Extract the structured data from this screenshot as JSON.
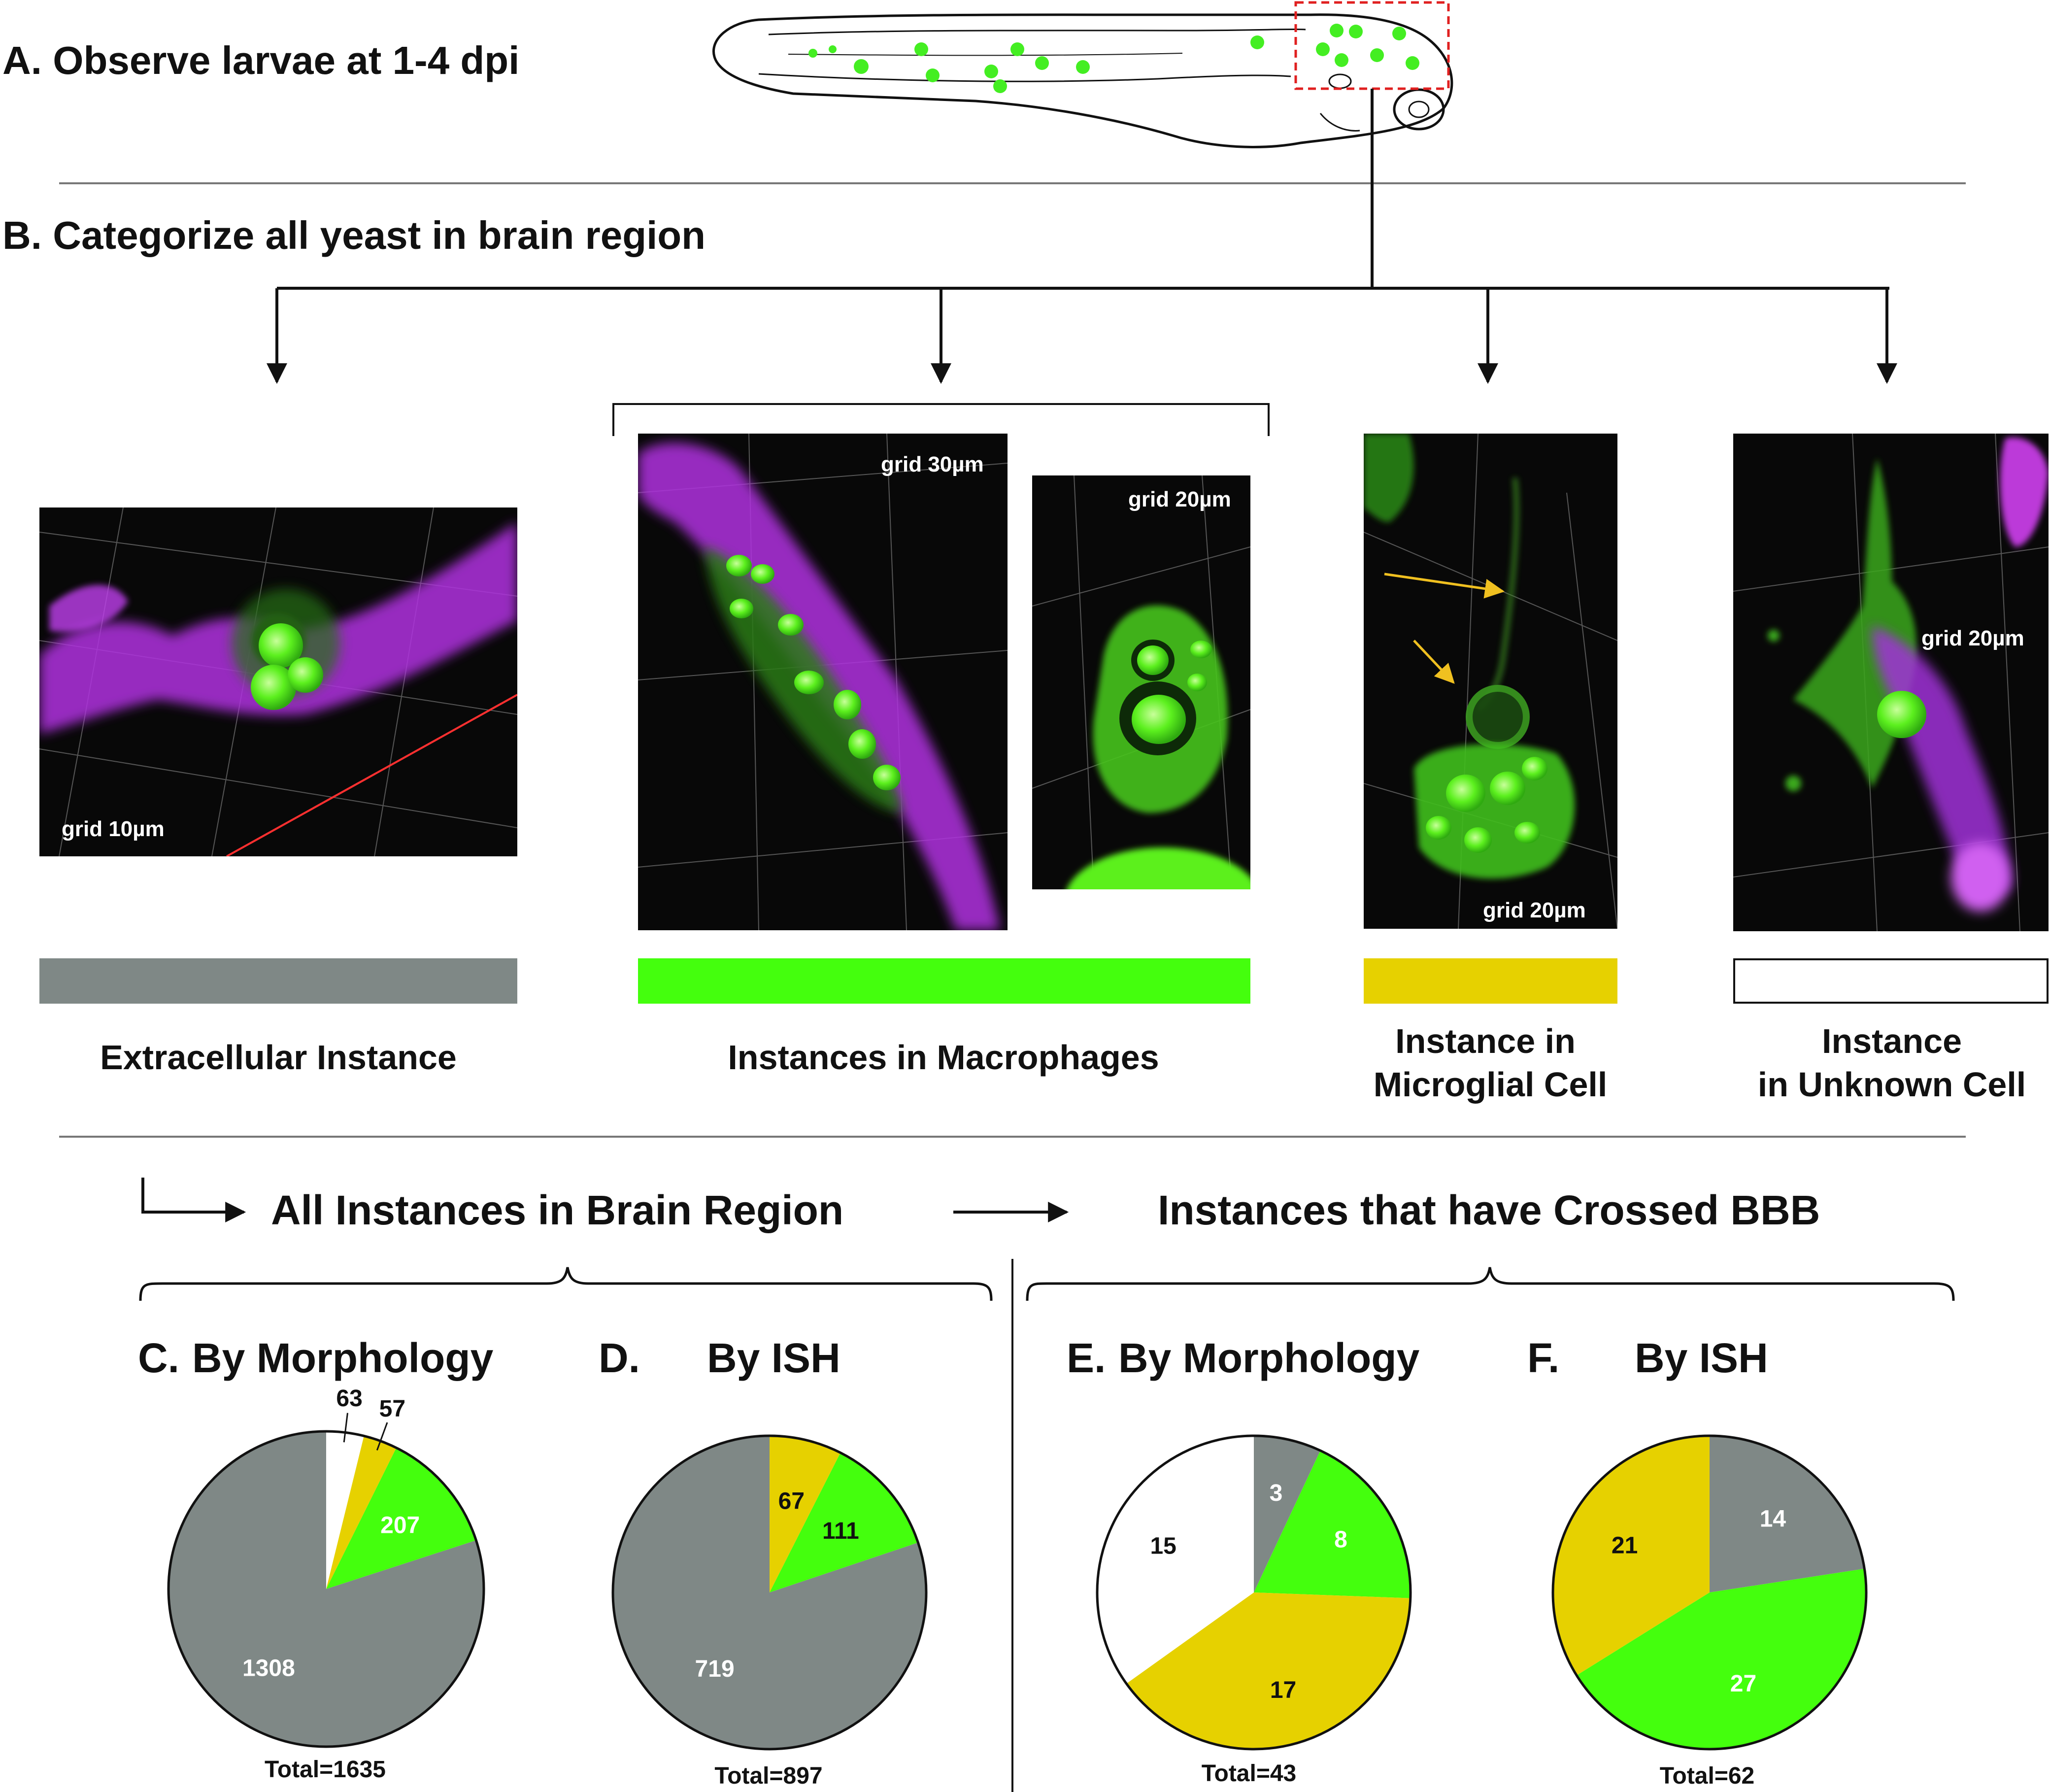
{
  "sections": {
    "a": "A. Observe larvae at 1-4 dpi",
    "b": "B. Categorize all yeast in brain region"
  },
  "panels": {
    "extracellular": {
      "grid": "grid 10µm"
    },
    "macrophage_1": {
      "grid": "grid 30µm"
    },
    "macrophage_2": {
      "grid": "grid 20µm"
    },
    "microglial": {
      "grid": "grid 20µm"
    },
    "unknown": {
      "grid": "grid 20µm"
    }
  },
  "categories": [
    {
      "label": "Extracellular Instance",
      "color": "#7f8886"
    },
    {
      "label": "Instances in Macrophages",
      "color": "#44ff0d"
    },
    {
      "label_line1": "Instance in",
      "label_line2": "Microglial Cell",
      "color": "#e6d100"
    },
    {
      "label_line1": "Instance",
      "label_line2": "in Unknown Cell",
      "color": "#ffffff"
    }
  ],
  "flow": {
    "all_instances": "All Instances in Brain Region",
    "crossed": "Instances that have Crossed BBB"
  },
  "charts": {
    "c": {
      "letter": "C.",
      "title": "By Morphology",
      "total": "Total=1635"
    },
    "d": {
      "letter": "D.",
      "title": "By ISH",
      "total": "Total=897"
    },
    "e": {
      "letter": "E.",
      "title": "By Morphology",
      "total": "Total=43"
    },
    "f": {
      "letter": "F.",
      "title": "By ISH",
      "total": "Total=62"
    }
  },
  "chart_data": [
    {
      "type": "pie",
      "title": "C. By Morphology",
      "slices": [
        {
          "category": "Extracellular Instance",
          "value": 1308,
          "color": "#7f8886"
        },
        {
          "category": "Instances in Macrophages",
          "value": 207,
          "color": "#44ff0d"
        },
        {
          "category": "Instance in Microglial Cell",
          "value": 57,
          "color": "#e6d100"
        },
        {
          "category": "Instance in Unknown Cell",
          "value": 63,
          "color": "#ffffff"
        }
      ],
      "total": 1635
    },
    {
      "type": "pie",
      "title": "D. By ISH",
      "slices": [
        {
          "category": "Extracellular Instance",
          "value": 719,
          "color": "#7f8886"
        },
        {
          "category": "Instances in Macrophages",
          "value": 111,
          "color": "#44ff0d"
        },
        {
          "category": "Instance in Microglial Cell",
          "value": 67,
          "color": "#e6d100"
        }
      ],
      "total": 897
    },
    {
      "type": "pie",
      "title": "E. By Morphology",
      "slices": [
        {
          "category": "Extracellular Instance",
          "value": 3,
          "color": "#7f8886"
        },
        {
          "category": "Instances in Macrophages",
          "value": 8,
          "color": "#44ff0d"
        },
        {
          "category": "Instance in Microglial Cell",
          "value": 17,
          "color": "#e6d100"
        },
        {
          "category": "Instance in Unknown Cell",
          "value": 15,
          "color": "#ffffff"
        }
      ],
      "total": 43
    },
    {
      "type": "pie",
      "title": "F. By ISH",
      "slices": [
        {
          "category": "Extracellular Instance",
          "value": 14,
          "color": "#7f8886"
        },
        {
          "category": "Instances in Macrophages",
          "value": 27,
          "color": "#44ff0d"
        },
        {
          "category": "Instance in Microglial Cell",
          "value": 21,
          "color": "#e6d100"
        }
      ],
      "total": 62
    }
  ]
}
